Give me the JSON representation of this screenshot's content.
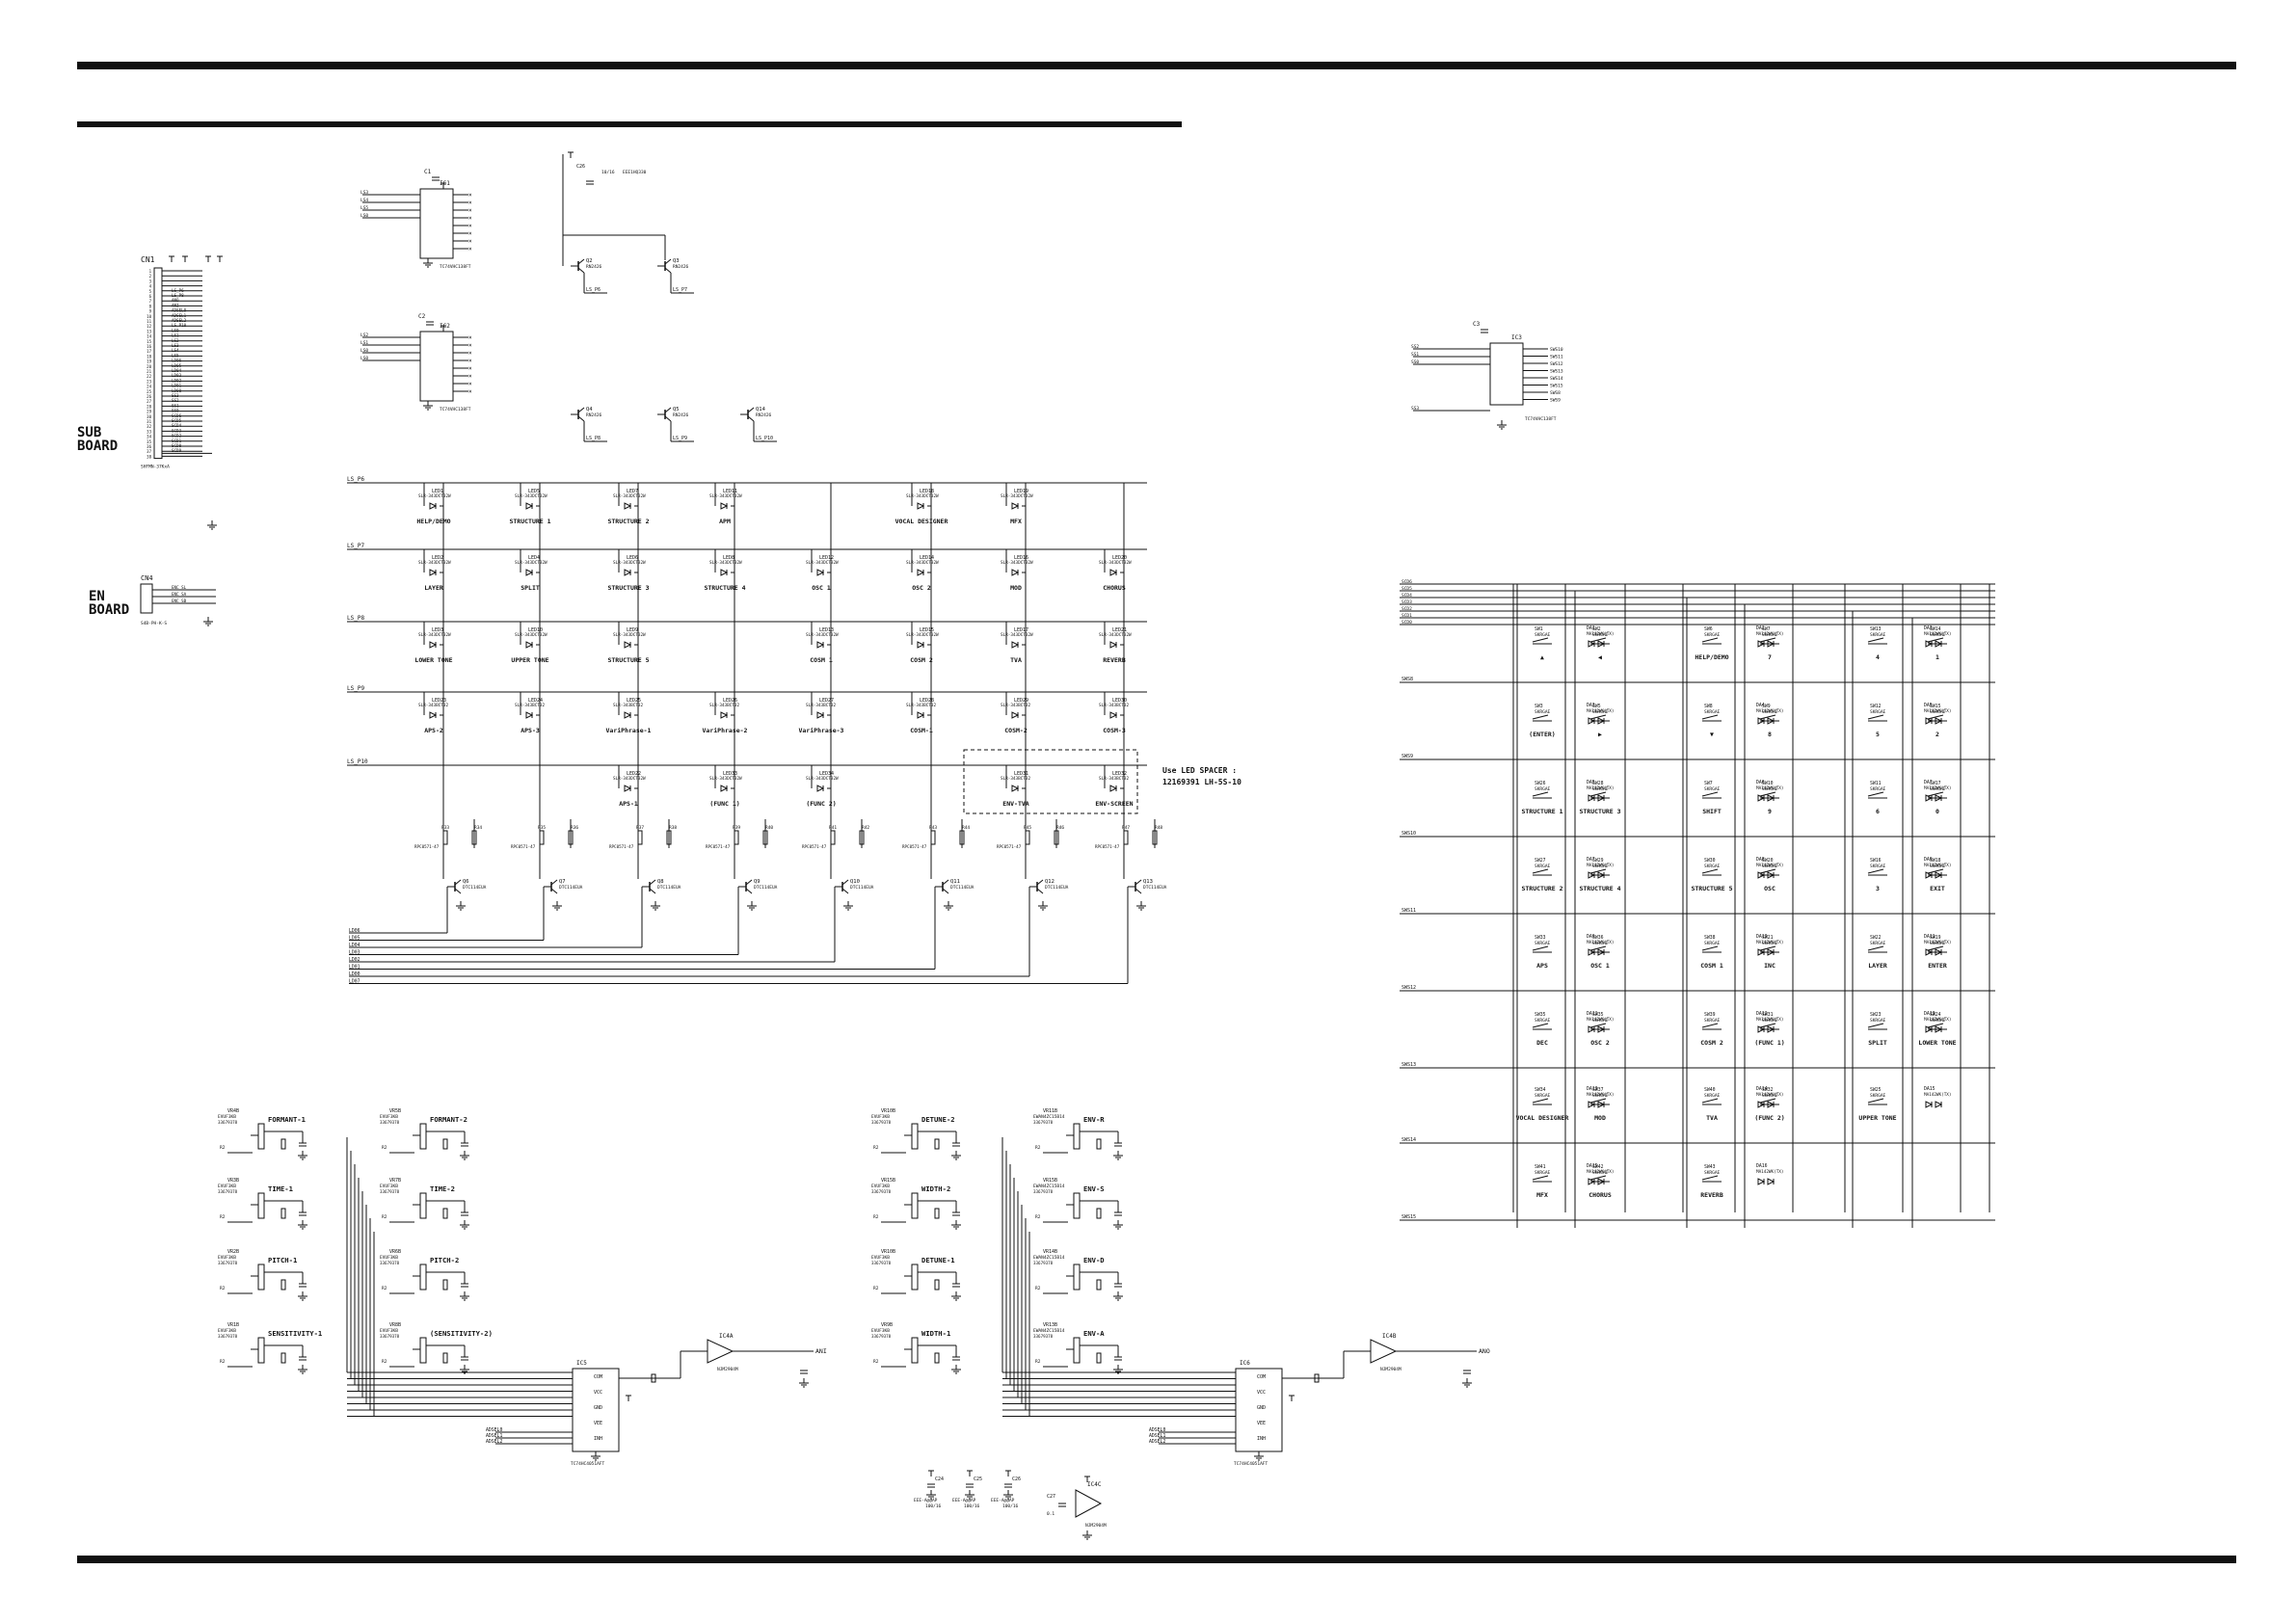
{
  "boards": {
    "sub": [
      "SUB",
      "BOARD"
    ],
    "en": [
      "EN",
      "BOARD"
    ]
  },
  "connectors": {
    "cn1": {
      "ref": "CN1",
      "part": "SHFMN-37KxA",
      "signals": [
        "LS_P6",
        "LS_P8",
        "ANO",
        "ANI",
        "ADSEL0",
        "ADSEL1",
        "ADSEL2",
        "LS_P10",
        "LS0",
        "LS1",
        "LS2",
        "LS3",
        "LS4",
        "LS5",
        "LD06",
        "LD05",
        "LD04",
        "LD03",
        "LD02",
        "LD01",
        "LD00",
        "SS3",
        "SS2",
        "SS1",
        "SS0",
        "SCD6",
        "SCD5",
        "SCD4",
        "SCD3",
        "SCD2",
        "SCD1",
        "SCD0",
        "SCD9"
      ]
    },
    "cn4": {
      "ref": "CN4",
      "part": "S4B-PH-K-S",
      "signals": [
        "ENC_SL",
        "ENC_SA",
        "ENC_SB"
      ]
    }
  },
  "decoders": [
    {
      "ref": "IC1",
      "part": "TC74VHC138FT",
      "inputs": [
        "LS3",
        "LS4",
        "LS5",
        "LS0"
      ]
    },
    {
      "ref": "IC2",
      "part": "TC74VHC138FT",
      "inputs": [
        "LS2",
        "LS1",
        "LS0",
        "LS0"
      ]
    },
    {
      "ref": "IC3",
      "part": "TC74VHC138FT",
      "inputs": [
        "SS2",
        "SS1",
        "SS0",
        "SS3"
      ],
      "outputs": [
        "SWS10",
        "SWS11",
        "SWS12",
        "SWS13",
        "SWS14",
        "SWS15",
        "SWS8",
        "SWS9"
      ]
    }
  ],
  "transistors_top": [
    {
      "ref": "Q2",
      "part": "RN2426",
      "net": "LS_P6"
    },
    {
      "ref": "Q3",
      "part": "RN2426",
      "net": "LS_P7"
    },
    {
      "ref": "Q4",
      "part": "RN2426",
      "net": "LS_P8"
    },
    {
      "ref": "Q5",
      "part": "RN2426",
      "net": "LS_P9"
    },
    {
      "ref": "Q14",
      "part": "RN2426",
      "net": "LS_P10"
    }
  ],
  "cap_top": {
    "ref": "C26",
    "value": "10/16",
    "part": "EEE1HQ330"
  },
  "led_matrix": {
    "rows": [
      "LS_P6",
      "LS_P7",
      "LS_P8",
      "LS_P9",
      "LS_P10"
    ],
    "leds": [
      [
        {
          "ref": "LED1",
          "label": "HELP/DEMO"
        },
        {
          "ref": "LED5",
          "label": "STRUCTURE 1"
        },
        {
          "ref": "LED7",
          "label": "STRUCTURE 2"
        },
        {
          "ref": "LED11",
          "label": "APM"
        },
        null,
        {
          "ref": "LED18",
          "label": "VOCAL DESIGNER"
        },
        {
          "ref": "LED19",
          "label": "MFX"
        }
      ],
      [
        {
          "ref": "LED2",
          "label": "LAYER"
        },
        {
          "ref": "LED4",
          "label": "SPLIT"
        },
        {
          "ref": "LED6",
          "label": "STRUCTURE 3"
        },
        {
          "ref": "LED8",
          "label": "STRUCTURE 4"
        },
        {
          "ref": "LED12",
          "label": "OSC 1"
        },
        {
          "ref": "LED14",
          "label": "OSC 2"
        },
        {
          "ref": "LED16",
          "label": "MOD"
        },
        {
          "ref": "LED20",
          "label": "CHORUS"
        }
      ],
      [
        {
          "ref": "LED3",
          "label": "LOWER TONE"
        },
        {
          "ref": "LED10",
          "label": "UPPER TONE"
        },
        {
          "ref": "LED9",
          "label": "STRUCTURE 5"
        },
        null,
        {
          "ref": "LED13",
          "label": "COSM 1"
        },
        {
          "ref": "LED15",
          "label": "COSM 2"
        },
        {
          "ref": "LED17",
          "label": "TVA"
        },
        {
          "ref": "LED21",
          "label": "REVERB"
        }
      ],
      [
        {
          "ref": "LED23",
          "label": "APS-2"
        },
        {
          "ref": "LED24",
          "label": "APS-3"
        },
        {
          "ref": "LED25",
          "label": "VariPhrase-1"
        },
        {
          "ref": "LED26",
          "label": "VariPhrase-2"
        },
        {
          "ref": "LED27",
          "label": "VariPhrase-3"
        },
        {
          "ref": "LED28",
          "label": "COSM-1"
        },
        {
          "ref": "LED29",
          "label": "COSM-2"
        },
        {
          "ref": "LED30",
          "label": "COSM-3"
        }
      ],
      [
        null,
        null,
        {
          "ref": "LED22",
          "label": "APS-1"
        },
        {
          "ref": "LED33",
          "label": "(FUNC 1)"
        },
        {
          "ref": "LED34",
          "label": "(FUNC 2)"
        },
        null,
        {
          "ref": "LED31",
          "label": "ENV-TVA"
        },
        {
          "ref": "LED32",
          "label": "ENV-SCREEN"
        }
      ]
    ],
    "led_part": "SLR-343DCT32W",
    "led_part_alt": "SLR-343BCT32",
    "spacer_note": [
      "Use LED SPACER :",
      "12169391 LH-5S-10"
    ],
    "drivers": [
      {
        "ref": "Q6",
        "part": "DTC114EUA"
      },
      {
        "ref": "Q7",
        "part": "DTC114EUA"
      },
      {
        "ref": "Q8",
        "part": "DTC114EUA"
      },
      {
        "ref": "Q9",
        "part": "DTC114EUA"
      },
      {
        "ref": "Q10",
        "part": "DTC114EUA"
      },
      {
        "ref": "Q11",
        "part": "DTC114EUA"
      },
      {
        "ref": "Q12",
        "part": "DTC114EUA"
      },
      {
        "ref": "Q13",
        "part": "DTC114EUA"
      }
    ],
    "resistor_array": "RPC0571-47",
    "sink_lines": [
      "LD06",
      "LD05",
      "LD04",
      "LD03",
      "LD02",
      "LD01",
      "LD00",
      "LD07"
    ]
  },
  "switch_matrix": {
    "scan_lines": [
      "SCD6",
      "SCD5",
      "SCD4",
      "SCD3",
      "SCD2",
      "SCD1",
      "SCD0"
    ],
    "rows": [
      "SWS8",
      "SWS9",
      "SWS10",
      "SWS11",
      "SWS12",
      "SWS13",
      "SWS14",
      "SWS15"
    ],
    "sw_part": "SKRGAE",
    "diode_part": "MA142WK(TX)",
    "cells": [
      [
        [
          "SW1",
          "▲"
        ],
        [
          "SW2",
          "◀"
        ],
        [
          "SW6",
          "HELP/DEMO"
        ],
        [
          "SW7",
          "7"
        ],
        [
          "SW13",
          "4"
        ],
        [
          "SW14",
          "1"
        ]
      ],
      [
        [
          "SW3",
          "(ENTER)"
        ],
        [
          "SW5",
          "▶"
        ],
        [
          "SW8",
          "▼"
        ],
        [
          "SW9",
          "8"
        ],
        [
          "SW12",
          "5"
        ],
        [
          "SW15",
          "2"
        ]
      ],
      [
        [
          "SW26",
          "STRUCTURE 1"
        ],
        [
          "SW28",
          "STRUCTURE 3"
        ],
        [
          "SW7",
          "SHIFT"
        ],
        [
          "SW10",
          "9"
        ],
        [
          "SW11",
          "6"
        ],
        [
          "SW17",
          "0"
        ]
      ],
      [
        [
          "SW27",
          "STRUCTURE 2"
        ],
        [
          "SW29",
          "STRUCTURE 4"
        ],
        [
          "SW30",
          "STRUCTURE 5"
        ],
        [
          "SW20",
          "OSC"
        ],
        [
          "SW16",
          "3"
        ],
        [
          "SW18",
          "EXIT"
        ]
      ],
      [
        [
          "SW33",
          "APS"
        ],
        [
          "SW36",
          "OSC 1"
        ],
        [
          "SW38",
          "COSM 1"
        ],
        [
          "SW21",
          "INC"
        ],
        [
          "SW22",
          "LAYER"
        ],
        [
          "SW19",
          "ENTER"
        ]
      ],
      [
        [
          "SW35",
          "DEC"
        ],
        [
          "SW35",
          "OSC 2"
        ],
        [
          "SW39",
          "COSM 2"
        ],
        [
          "SW31",
          "(FUNC 1)"
        ],
        [
          "SW23",
          "SPLIT"
        ],
        [
          "SW24",
          "LOWER TONE"
        ]
      ],
      [
        [
          "SW34",
          "VOCAL DESIGNER"
        ],
        [
          "SW37",
          "MOD"
        ],
        [
          "SW40",
          "TVA"
        ],
        [
          "SW32",
          "(FUNC 2)"
        ],
        [
          "SW25",
          "UPPER TONE"
        ],
        null
      ],
      [
        [
          "SW41",
          "MFX"
        ],
        [
          "SW42",
          "CHORUS"
        ],
        [
          "SW43",
          "REVERB"
        ],
        null,
        null,
        null
      ]
    ]
  },
  "pots_left": [
    {
      "vr": "VR4B",
      "label": "FORMANT-1",
      "alt": "VR5B",
      "label2": "FORMANT-2"
    },
    {
      "vr": "VR3B",
      "label": "TIME-1",
      "alt": "VR7B",
      "label2": "TIME-2"
    },
    {
      "vr": "VR2B",
      "label": "PITCH-1",
      "alt": "VR6B",
      "label2": "PITCH-2"
    },
    {
      "vr": "VR1B",
      "label": "SENSITIVITY-1",
      "alt": "VR8B",
      "label2": "(SENSITIVITY-2)"
    }
  ],
  "pots_right": [
    {
      "vr": "VR10B",
      "label": "DETUNE-2",
      "alt": "VR11B",
      "label2": "ENV-R"
    },
    {
      "vr": "VR15B",
      "label": "WIDTH-2",
      "alt": "VR15B",
      "label2": "ENV-S"
    },
    {
      "vr": "VR10B",
      "label": "DETUNE-1",
      "alt": "VR14B",
      "label2": "ENV-D"
    },
    {
      "vr": "VR9B",
      "label": "WIDTH-1",
      "alt": "VR13B",
      "label2": "ENV-A"
    }
  ],
  "pot_part": "EVUF3KB",
  "pot_part_alt": "EWAN4ZC15B14",
  "muxes": [
    {
      "ref": "IC5",
      "part": "TC74HC4051AFT",
      "selects": [
        "ADSEL0",
        "ADSEL1",
        "ADSEL2"
      ],
      "pins": [
        "COM",
        "VCC",
        "GND",
        "VEE",
        "INH"
      ],
      "out": "ANI",
      "op": "IC4A",
      "op_part": "NJM2904M"
    },
    {
      "ref": "IC6",
      "part": "TC74HC4051AFT",
      "selects": [
        "ADSEL0",
        "ADSEL1",
        "ADSEL2"
      ],
      "pins": [
        "COM",
        "VCC",
        "GND",
        "VEE",
        "INH"
      ],
      "out": "ANO",
      "op": "IC4B",
      "op_part": "NJM2904M"
    }
  ],
  "bottom_caps": [
    {
      "ref": "C24",
      "part": "EEE-A@@AP",
      "value": "100/16"
    },
    {
      "ref": "C25",
      "part": "EEE-A@@AP",
      "value": "100/16"
    },
    {
      "ref": "C26",
      "part": "EEE-A@@AP",
      "value": "100/16"
    }
  ],
  "opamp_c": {
    "ref": "IC4C",
    "part": "NJM2904M",
    "cap": "C27",
    "cap_val": "0.1"
  },
  "cap_c1": "C1",
  "cap_c2": "C2",
  "cap_c3": "C3"
}
